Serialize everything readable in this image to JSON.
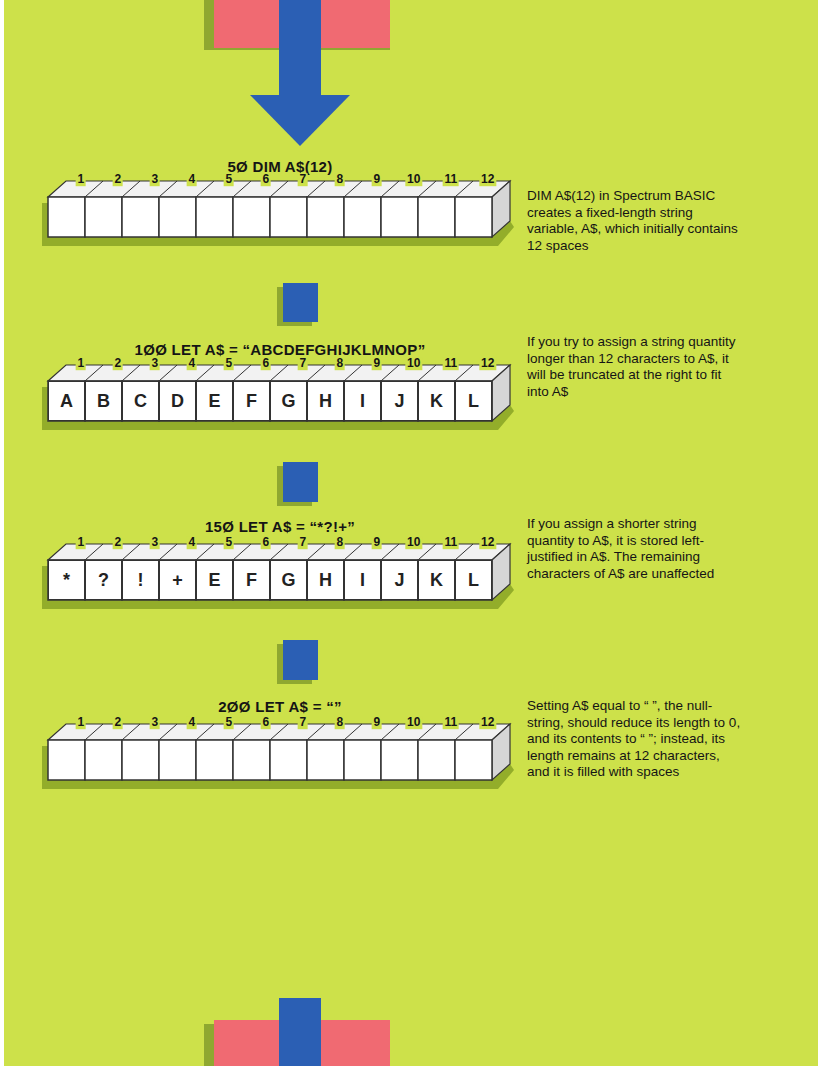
{
  "diagram": {
    "nodes": [
      {
        "text": [
          "A"
        ]
      },
      {
        "text": [
          "B"
        ]
      },
      {
        "text": [
          "C"
        ]
      },
      {
        "text": [
          "D"
        ]
      },
      {
        "text": [
          "E"
        ]
      },
      {
        "text": [
          "F"
        ]
      },
      {
        "text": [
          "G"
        ]
      },
      {
        "text": [
          "H"
        ]
      },
      {
        "text": [
          "I"
        ]
      },
      {
        "text": [
          "J"
        ]
      },
      {
        "text": [
          "K"
        ]
      },
      {
        "text": [
          "L"
        ]
      },
      {
        "text": [
          "*"
        ]
      },
      {
        "text": [
          "?"
        ]
      },
      {
        "text": [
          "!"
        ]
      },
      {
        "text": [
          "+"
        ]
      },
      {
        "text": [
          "E"
        ]
      },
      {
        "text": [
          "F"
        ]
      },
      {
        "text": [
          "G"
        ]
      },
      {
        "text": [
          "H"
        ]
      },
      {
        "text": [
          "I"
        ]
      },
      {
        "text": [
          "J"
        ]
      },
      {
        "text": [
          "K"
        ]
      },
      {
        "text": [
          "L"
        ]
      }
    ],
    "labels": [
      "5Ø DIM A$(12)",
      "1",
      "2",
      "3",
      "4",
      "5",
      "6",
      "7",
      "8",
      "9",
      "10",
      "11",
      "12",
      "DIM A$(12) in Spectrum BASIC creates a fixed-length string variable, A$, which initially contains 12 spaces",
      "1ØØ LET A$ = “ABCDEFGHIJKLMNOP”",
      "1",
      "2",
      "3",
      "4",
      "5",
      "6",
      "7",
      "8",
      "9",
      "10",
      "11",
      "12",
      "If you try to assign a string quantity longer than 12 characters to A$, it will be truncated at the right to fit into A$",
      "15Ø LET A$ = “*?!+”",
      "1",
      "2",
      "3",
      "4",
      "5",
      "6",
      "7",
      "8",
      "9",
      "10",
      "11",
      "12",
      "If you assign a shorter string quantity to A$, it is stored left-justified in A$. The remaining characters of A$ are unaffected",
      "2ØØ LET A$ = “”",
      "1",
      "2",
      "3",
      "4",
      "5",
      "6",
      "7",
      "8",
      "9",
      "10",
      "11",
      "12",
      "Setting A$ equal to “ ”, the null-string, should reduce its length to 0, and its contents to “ ”; instead, its length remains at 12 characters, and it is filled with spaces"
    ]
  }
}
